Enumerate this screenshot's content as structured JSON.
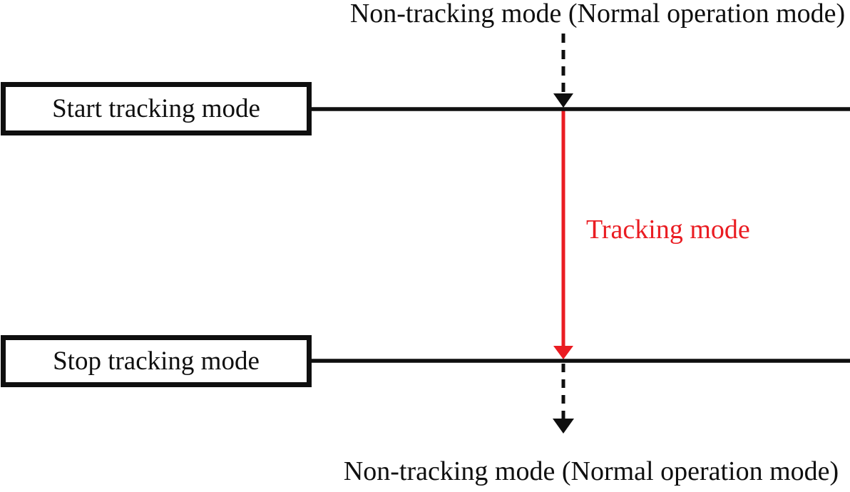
{
  "diagram": {
    "top_label": "Non-tracking mode (Normal operation mode)",
    "start_box_label": "Start tracking mode",
    "tracking_label": "Tracking mode",
    "stop_box_label": "Stop tracking mode",
    "bottom_label": "Non-tracking mode (Normal operation mode)",
    "colors": {
      "ink": "#0f0f0f",
      "red": "#ea1c22",
      "background": "#ffffff"
    }
  }
}
